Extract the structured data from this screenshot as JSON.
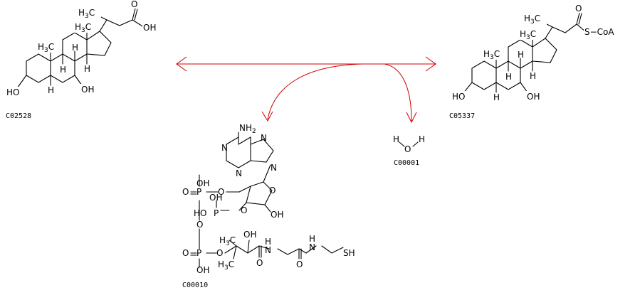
{
  "reaction": {
    "arrow_color": "#d00000",
    "compounds": [
      {
        "id": "C02528",
        "role": "substrate"
      },
      {
        "id": "C05337",
        "role": "product"
      },
      {
        "id": "C00010",
        "role": "cofactor"
      },
      {
        "id": "C00001",
        "role": "side-product"
      }
    ]
  },
  "labels": {
    "OH": "OH",
    "HO": "HO",
    "O": "O",
    "H": "H",
    "P": "P",
    "N": "N",
    "NH2": "NH",
    "two": "2",
    "three": "3",
    "H3C": "H",
    "CH3": "CH",
    "SCoA": "S−CoA",
    "SH": "SH",
    "HOP": "HO"
  }
}
